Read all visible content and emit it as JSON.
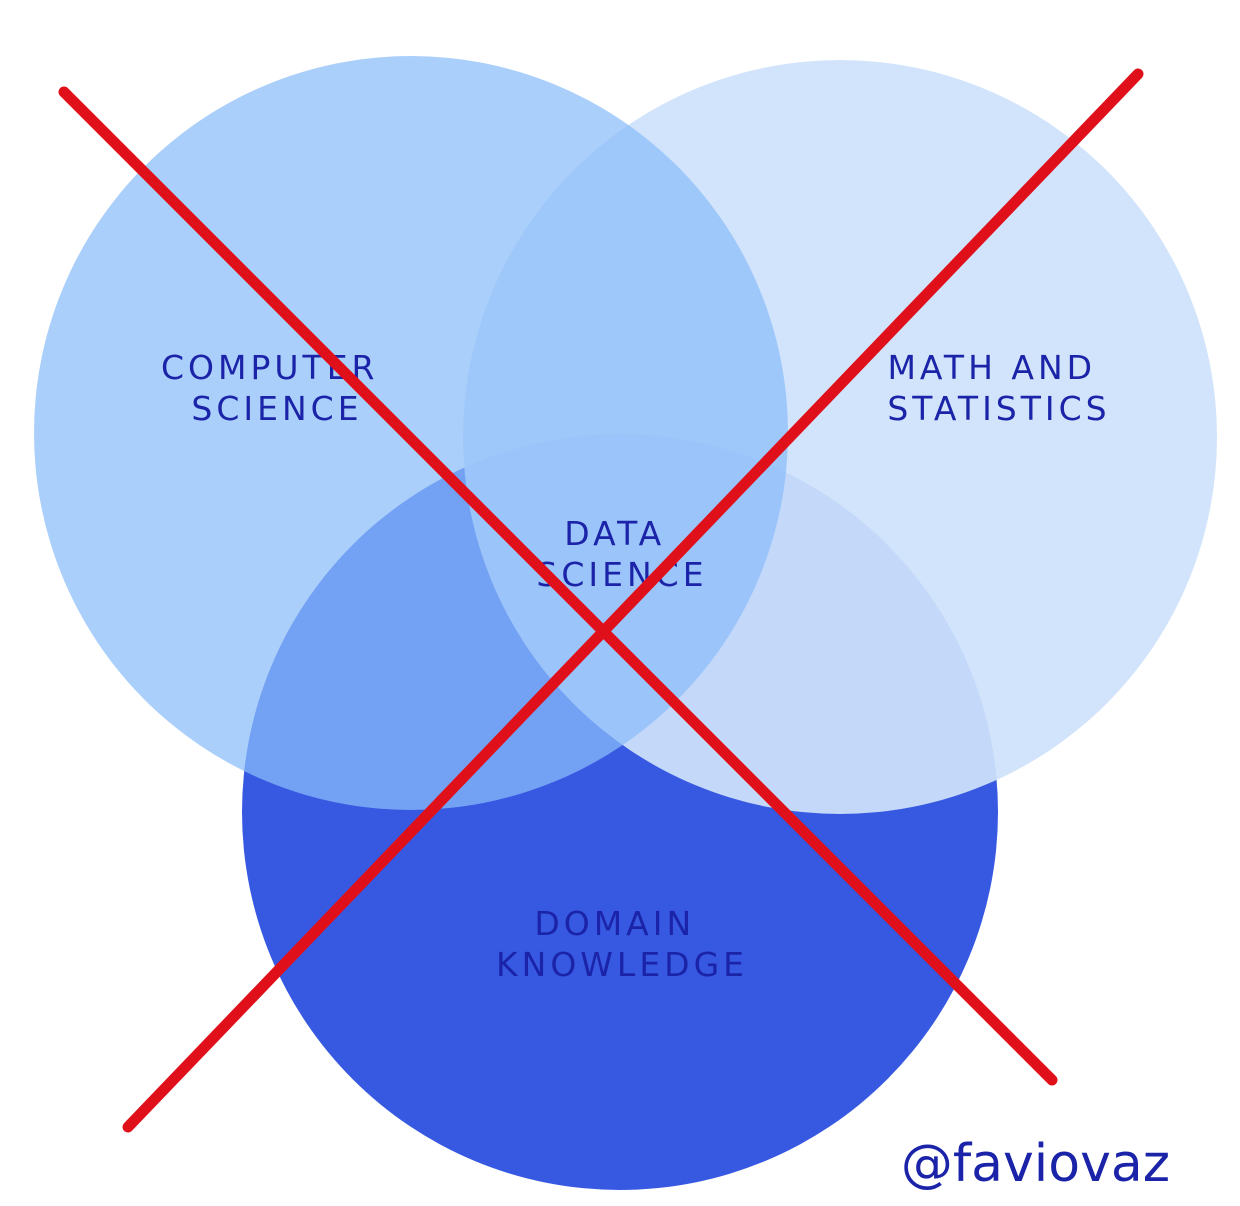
{
  "diagram": {
    "type": "venn",
    "sets": [
      {
        "id": "computer-science",
        "lines": [
          "COMPUTER",
          "SCIENCE"
        ],
        "color": "#8bbcf9"
      },
      {
        "id": "math-and-statistics",
        "lines": [
          "MATH AND",
          "STATISTICS"
        ],
        "color": "#cfe2fb"
      },
      {
        "id": "domain-knowledge",
        "lines": [
          "DOMAIN",
          "KNOWLEDGE"
        ],
        "color": "#3759e2"
      }
    ],
    "intersection": {
      "lines": [
        "DATA",
        "SCIENCE"
      ]
    },
    "overlay_color": "#e0101b",
    "text_color": "#1b24a8"
  },
  "watermark": {
    "text": "@faviovaz"
  }
}
